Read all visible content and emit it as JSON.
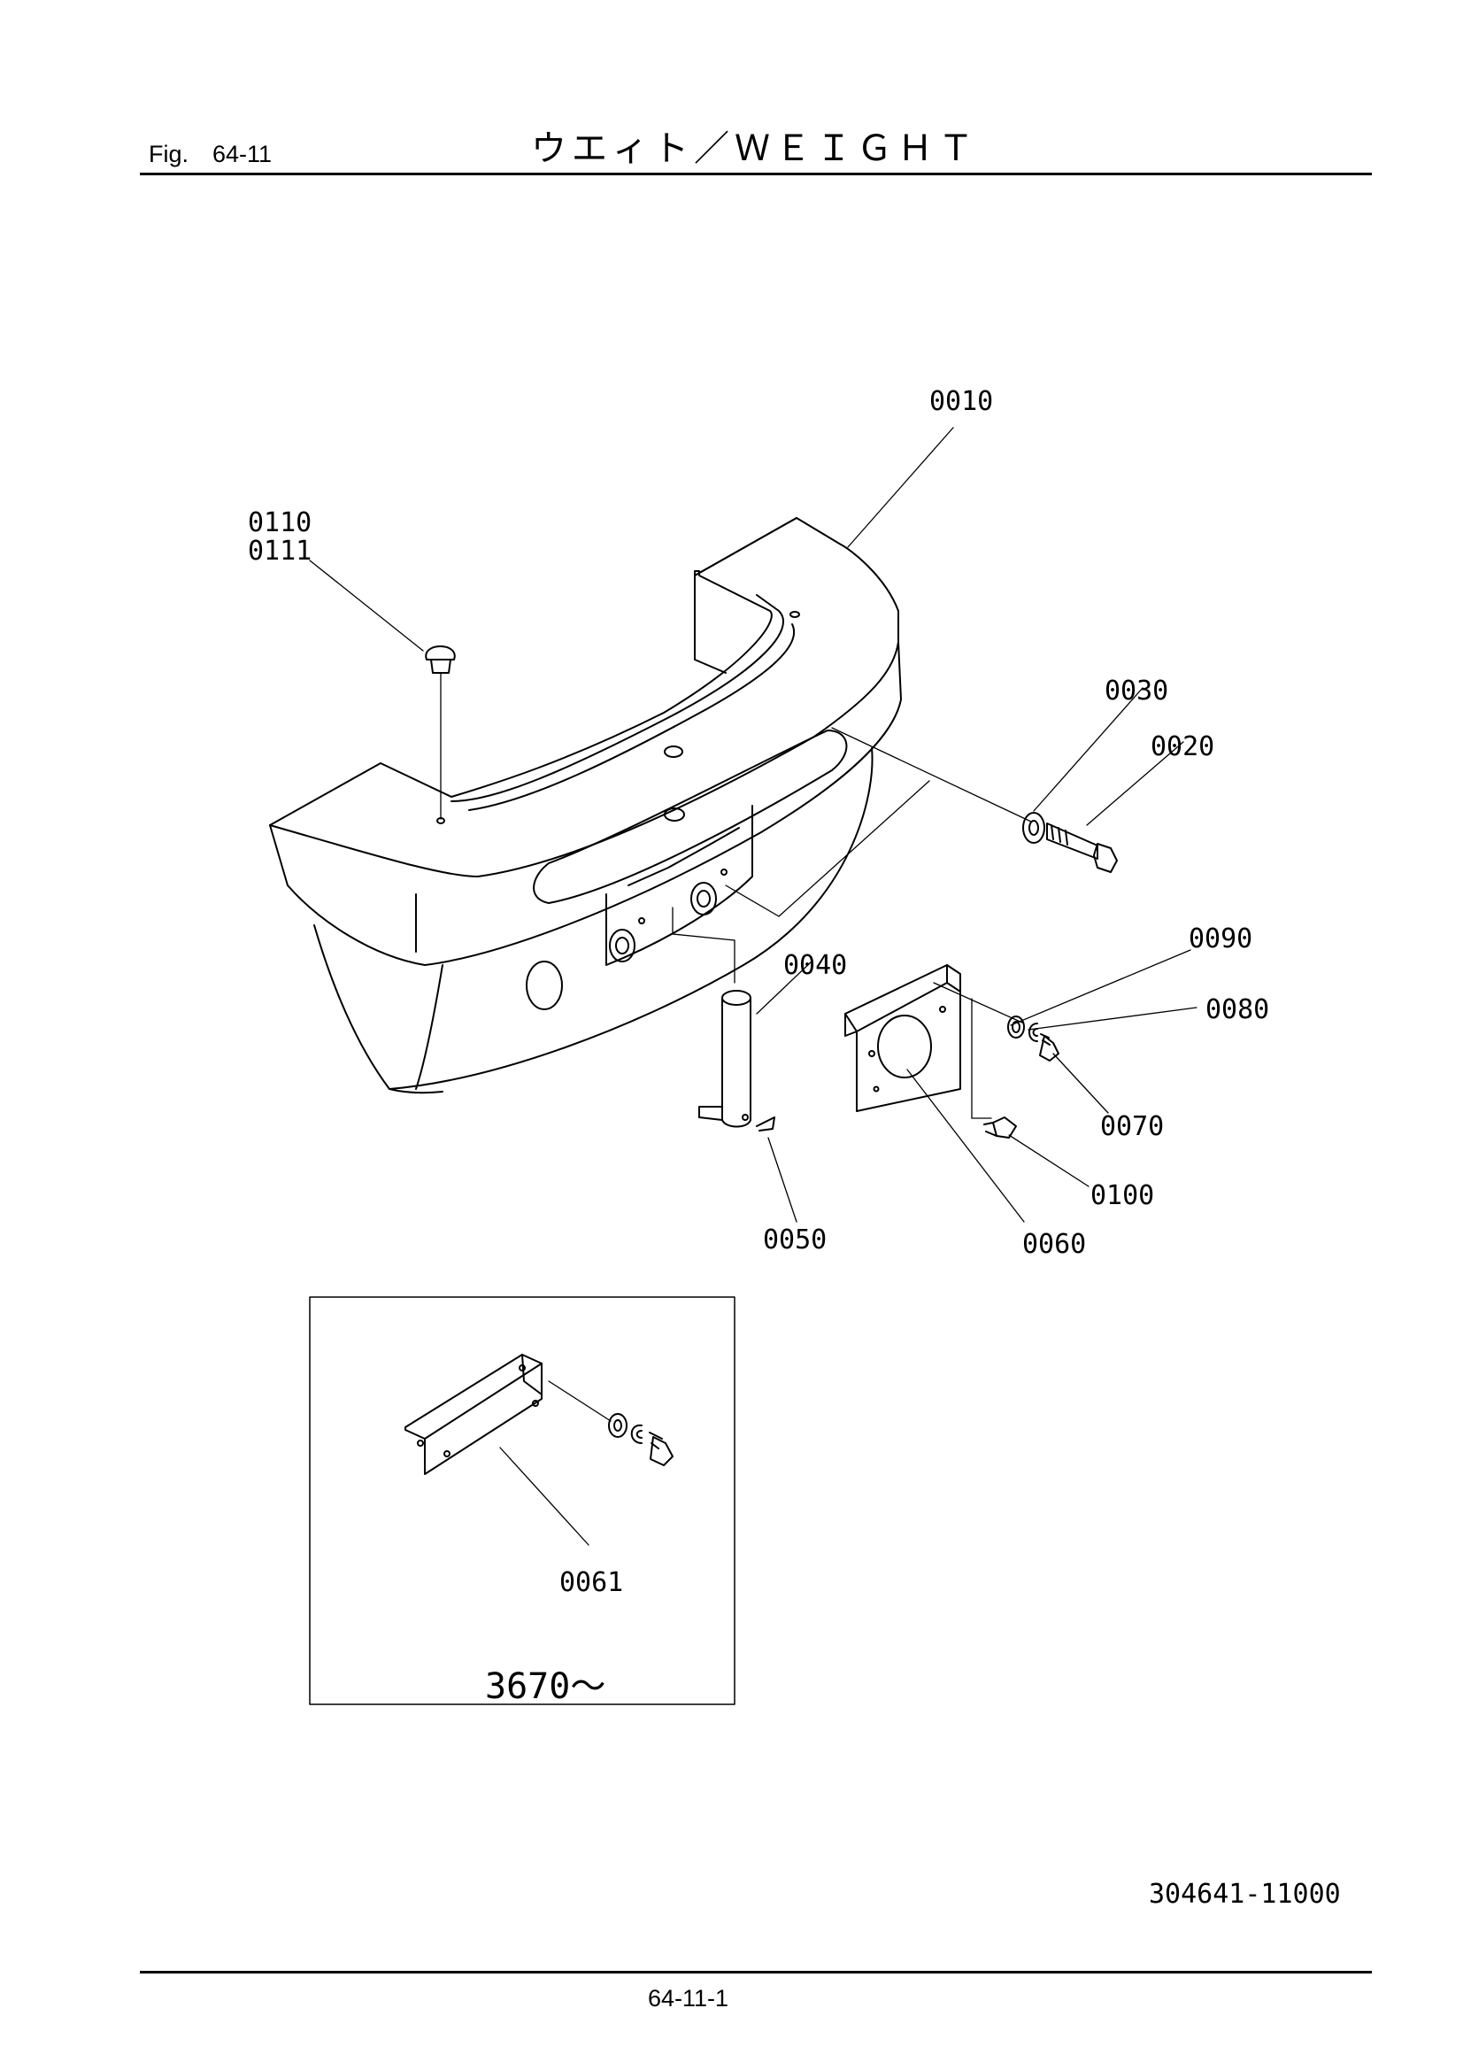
{
  "header": {
    "figure_label": "Fig.　64-11",
    "title": "ウエィト／ＷＥＩＧＨＴ"
  },
  "callouts": {
    "p0010": "0010",
    "p0020": "0020",
    "p0030": "0030",
    "p0040": "0040",
    "p0050": "0050",
    "p0060": "0060",
    "p0061": "0061",
    "p0070": "0070",
    "p0080": "0080",
    "p0090": "0090",
    "p0100": "0100",
    "p0110": "0110",
    "p0111": "0111"
  },
  "inset": {
    "serial_note": "3670～"
  },
  "footer": {
    "document_number": "304641-11000",
    "page_number": "64-11-1"
  }
}
